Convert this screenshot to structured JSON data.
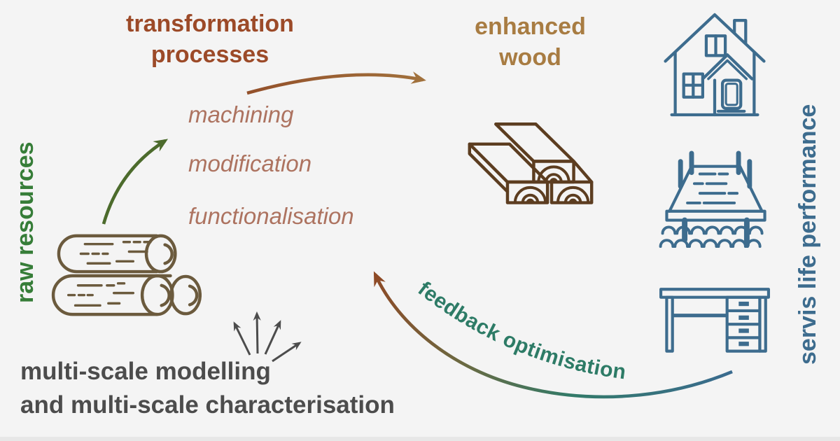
{
  "diagram": {
    "background": "#f4f4f4",
    "stages": {
      "transformation": {
        "line1": "transformation",
        "line2": "processes",
        "color": "#9c4a28"
      },
      "enhanced_wood": {
        "line1": "enhanced",
        "line2": "wood",
        "color": "#a87c42"
      },
      "raw_resources": {
        "label": "raw resources",
        "color": "#367d38"
      },
      "service_life": {
        "label": "servis life performance",
        "color": "#3d6c8e"
      }
    },
    "transformation_steps": {
      "color": "#ad7360",
      "items": [
        "machining",
        "modification",
        "functionalisation"
      ]
    },
    "feedback": {
      "label": "feedback optimisation",
      "text_color": "#2d7b66",
      "gradient": [
        "#8e4a26",
        "#6a6a42",
        "#327a68",
        "#3a6b8f"
      ]
    },
    "modelling": {
      "line1": "multi-scale modelling",
      "line2": "and multi-scale characterisation",
      "color": "#4c4c4c"
    },
    "icons": {
      "logs": {
        "name": "logs-icon",
        "color": "#6b5a3d"
      },
      "lumber": {
        "name": "lumber-stack-icon",
        "color": "#5c3d20"
      },
      "house": {
        "name": "house-icon",
        "color": "#3d6c8e"
      },
      "pier": {
        "name": "pier-icon",
        "color": "#3d6c8e"
      },
      "desk": {
        "name": "desk-icon",
        "color": "#3d6c8e"
      }
    },
    "arrows": {
      "process_arrow_colors": [
        "#93502a",
        "#a1713c"
      ],
      "supply_arrow_color": "#4c6b2c",
      "modelling_arrow_color": "#4c4c4c"
    }
  }
}
